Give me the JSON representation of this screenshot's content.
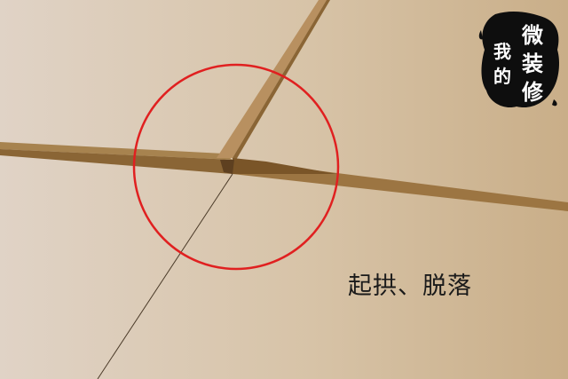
{
  "caption": "起拱、脱落",
  "logo": {
    "line1": "微",
    "line2": "装",
    "line3": "修",
    "line4": "我",
    "line5": "的"
  },
  "colors": {
    "background_left": "#ddd0c2",
    "background_right": "#cbb08a",
    "board_top": "#b08c5c",
    "board_shadow": "#7d5a2b",
    "highlight_circle": "#e02020"
  }
}
